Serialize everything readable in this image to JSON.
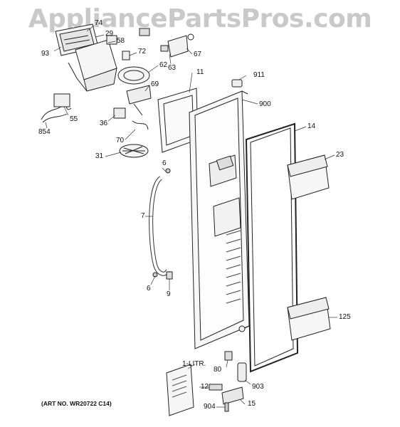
{
  "watermark": "AppliancePartsPros.com",
  "art_no": "(ART NO. WR20722 C14)",
  "callouts": {
    "p74": "74",
    "p29": "29",
    "p58": "58",
    "p93": "93",
    "p72": "72",
    "p67": "67",
    "p63": "63",
    "p62": "62",
    "p11": "11",
    "p911": "911",
    "p69": "69",
    "p900": "900",
    "p55": "55",
    "p36": "36",
    "p854": "854",
    "p70": "70",
    "p14": "14",
    "p23": "23",
    "p31": "31",
    "p6a": "6",
    "p7": "7",
    "p6b": "6",
    "p9": "9",
    "p125": "125",
    "p1litr": "1-LITR.",
    "p80": "80",
    "p12": "12",
    "p903": "903",
    "p904": "904",
    "p15": "15"
  }
}
